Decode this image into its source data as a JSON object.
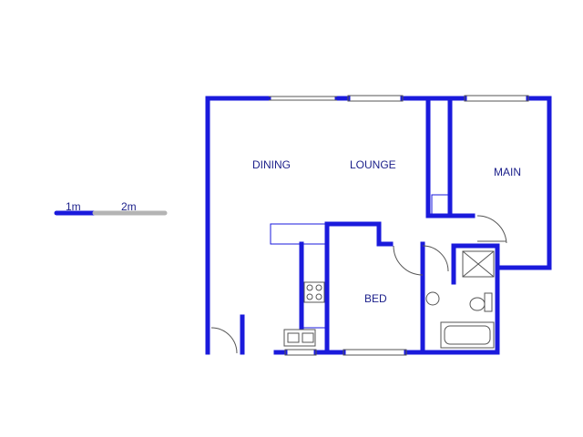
{
  "floor_plan": {
    "rooms": [
      {
        "id": "dining",
        "label": "DINING"
      },
      {
        "id": "lounge",
        "label": "LOUNGE"
      },
      {
        "id": "main",
        "label": "MAIN"
      },
      {
        "id": "bed",
        "label": "BED"
      }
    ],
    "scale_bar": {
      "label_1": "1m",
      "label_2": "2m"
    },
    "colors": {
      "wall": "#1a1adc",
      "fixture": "#555555",
      "scale_dark": "#1a1adc",
      "scale_light": "#b4b4b4",
      "label": "#1b1f8a"
    }
  }
}
